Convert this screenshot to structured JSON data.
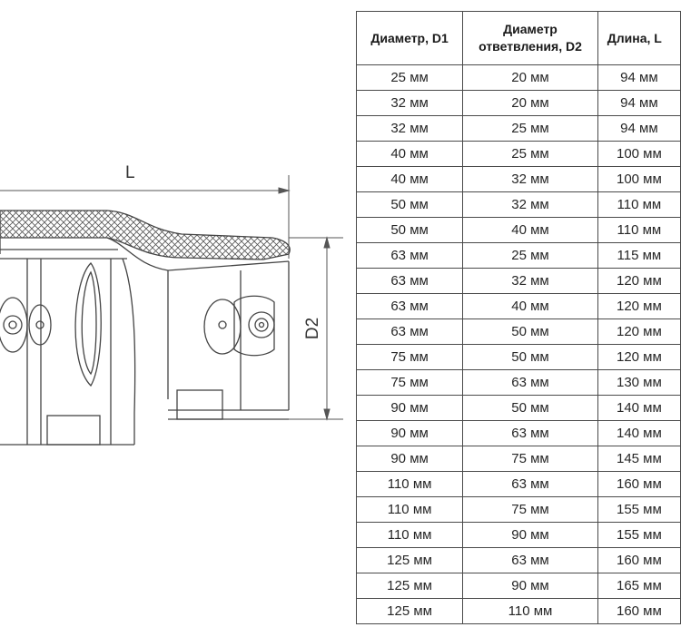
{
  "drawing": {
    "length_label": "L",
    "d2_label": "D2"
  },
  "table": {
    "headers": {
      "d1": "Диаметр, D1",
      "d2_line1": "Диаметр",
      "d2_line2": "ответвления, D2",
      "length": "Длина, L"
    },
    "rows": [
      [
        "25 мм",
        "20 мм",
        "94 мм"
      ],
      [
        "32 мм",
        "20 мм",
        "94 мм"
      ],
      [
        "32 мм",
        "25 мм",
        "94 мм"
      ],
      [
        "40 мм",
        "25 мм",
        "100 мм"
      ],
      [
        "40 мм",
        "32 мм",
        "100 мм"
      ],
      [
        "50 мм",
        "32 мм",
        "110 мм"
      ],
      [
        "50 мм",
        "40 мм",
        "110 мм"
      ],
      [
        "63 мм",
        "25 мм",
        "115 мм"
      ],
      [
        "63 мм",
        "32 мм",
        "120 мм"
      ],
      [
        "63 мм",
        "40 мм",
        "120 мм"
      ],
      [
        "63 мм",
        "50 мм",
        "120 мм"
      ],
      [
        "75 мм",
        "50 мм",
        "120 мм"
      ],
      [
        "75 мм",
        "63 мм",
        "130 мм"
      ],
      [
        "90 мм",
        "50 мм",
        "140 мм"
      ],
      [
        "90 мм",
        "63 мм",
        "140 мм"
      ],
      [
        "90 мм",
        "75 мм",
        "145 мм"
      ],
      [
        "110 мм",
        "63 мм",
        "160 мм"
      ],
      [
        "110 мм",
        "75 мм",
        "155 мм"
      ],
      [
        "110 мм",
        "90 мм",
        "155 мм"
      ],
      [
        "125 мм",
        "63 мм",
        "160 мм"
      ],
      [
        "125 мм",
        "90 мм",
        "165 мм"
      ],
      [
        "125 мм",
        "110 мм",
        "160 мм"
      ]
    ]
  }
}
